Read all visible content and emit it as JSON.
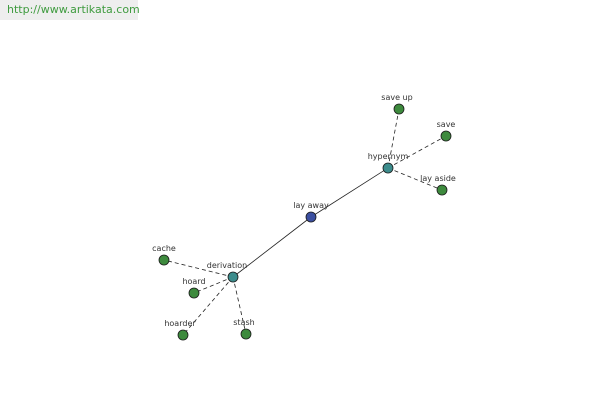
{
  "header": {
    "url": "http://www.artikata.com"
  },
  "graph": {
    "colors": {
      "center": "#3b4fa0",
      "relation": "#3c8c8c",
      "leaf": "#3d8a3d",
      "edge": "#222222",
      "link_text": "#3f9b3f"
    },
    "nodes": [
      {
        "id": "lay-away",
        "label": "lay away",
        "kind": "center"
      },
      {
        "id": "hypernym",
        "label": "hypernym",
        "kind": "relation"
      },
      {
        "id": "derivation",
        "label": "derivation",
        "kind": "relation"
      },
      {
        "id": "save-up",
        "label": "save up",
        "kind": "leaf"
      },
      {
        "id": "save",
        "label": "save",
        "kind": "leaf"
      },
      {
        "id": "lay-aside",
        "label": "lay aside",
        "kind": "leaf"
      },
      {
        "id": "cache",
        "label": "cache",
        "kind": "leaf"
      },
      {
        "id": "hoard",
        "label": "hoard",
        "kind": "leaf"
      },
      {
        "id": "hoarder",
        "label": "hoarder",
        "kind": "leaf"
      },
      {
        "id": "stash",
        "label": "stash",
        "kind": "leaf"
      }
    ],
    "edges": [
      {
        "from": "lay-away",
        "to": "hypernym",
        "style": "solid"
      },
      {
        "from": "lay-away",
        "to": "derivation",
        "style": "solid"
      },
      {
        "from": "hypernym",
        "to": "save-up",
        "style": "dashed"
      },
      {
        "from": "hypernym",
        "to": "save",
        "style": "dashed"
      },
      {
        "from": "hypernym",
        "to": "lay-aside",
        "style": "dashed"
      },
      {
        "from": "derivation",
        "to": "cache",
        "style": "dashed"
      },
      {
        "from": "derivation",
        "to": "hoard",
        "style": "dashed"
      },
      {
        "from": "derivation",
        "to": "hoarder",
        "style": "dashed"
      },
      {
        "from": "derivation",
        "to": "stash",
        "style": "dashed"
      }
    ]
  }
}
